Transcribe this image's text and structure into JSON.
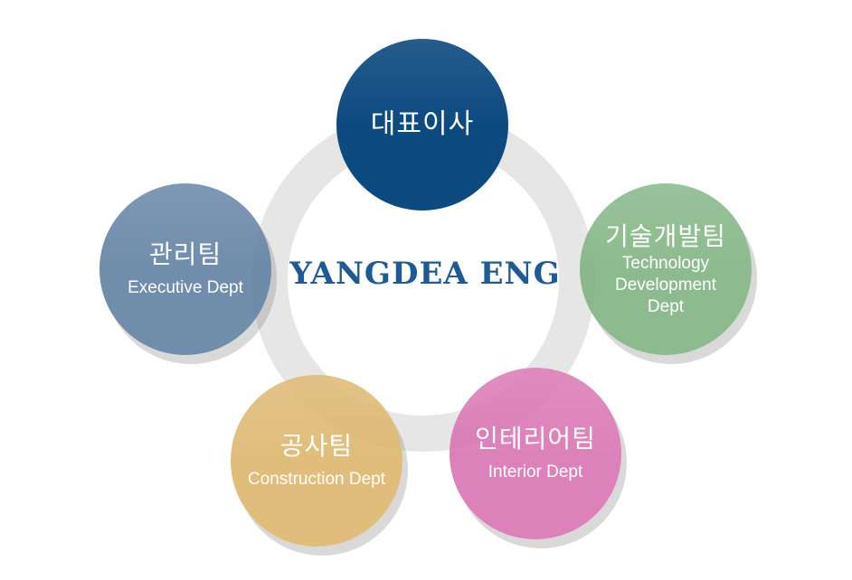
{
  "center": {
    "title": "YANGDEA  ENG"
  },
  "nodes": {
    "ceo": {
      "ko": "대표이사"
    },
    "executive": {
      "ko": "관리팀",
      "en": "Executive Dept"
    },
    "technology": {
      "ko": "기술개발팀",
      "en": "Technology\nDevelopment\nDept"
    },
    "construction": {
      "ko": "공사팀",
      "en": "Construction Dept"
    },
    "interior": {
      "ko": "인테리어팀",
      "en": "Interior Dept"
    }
  },
  "colors": {
    "ring": "#e6e6e6",
    "ceo": "#0d4a80",
    "executive": "#5c7da0",
    "technology": "#7db280",
    "construction": "#dab264",
    "interior": "#d870b0",
    "title": "#1d5a96"
  }
}
